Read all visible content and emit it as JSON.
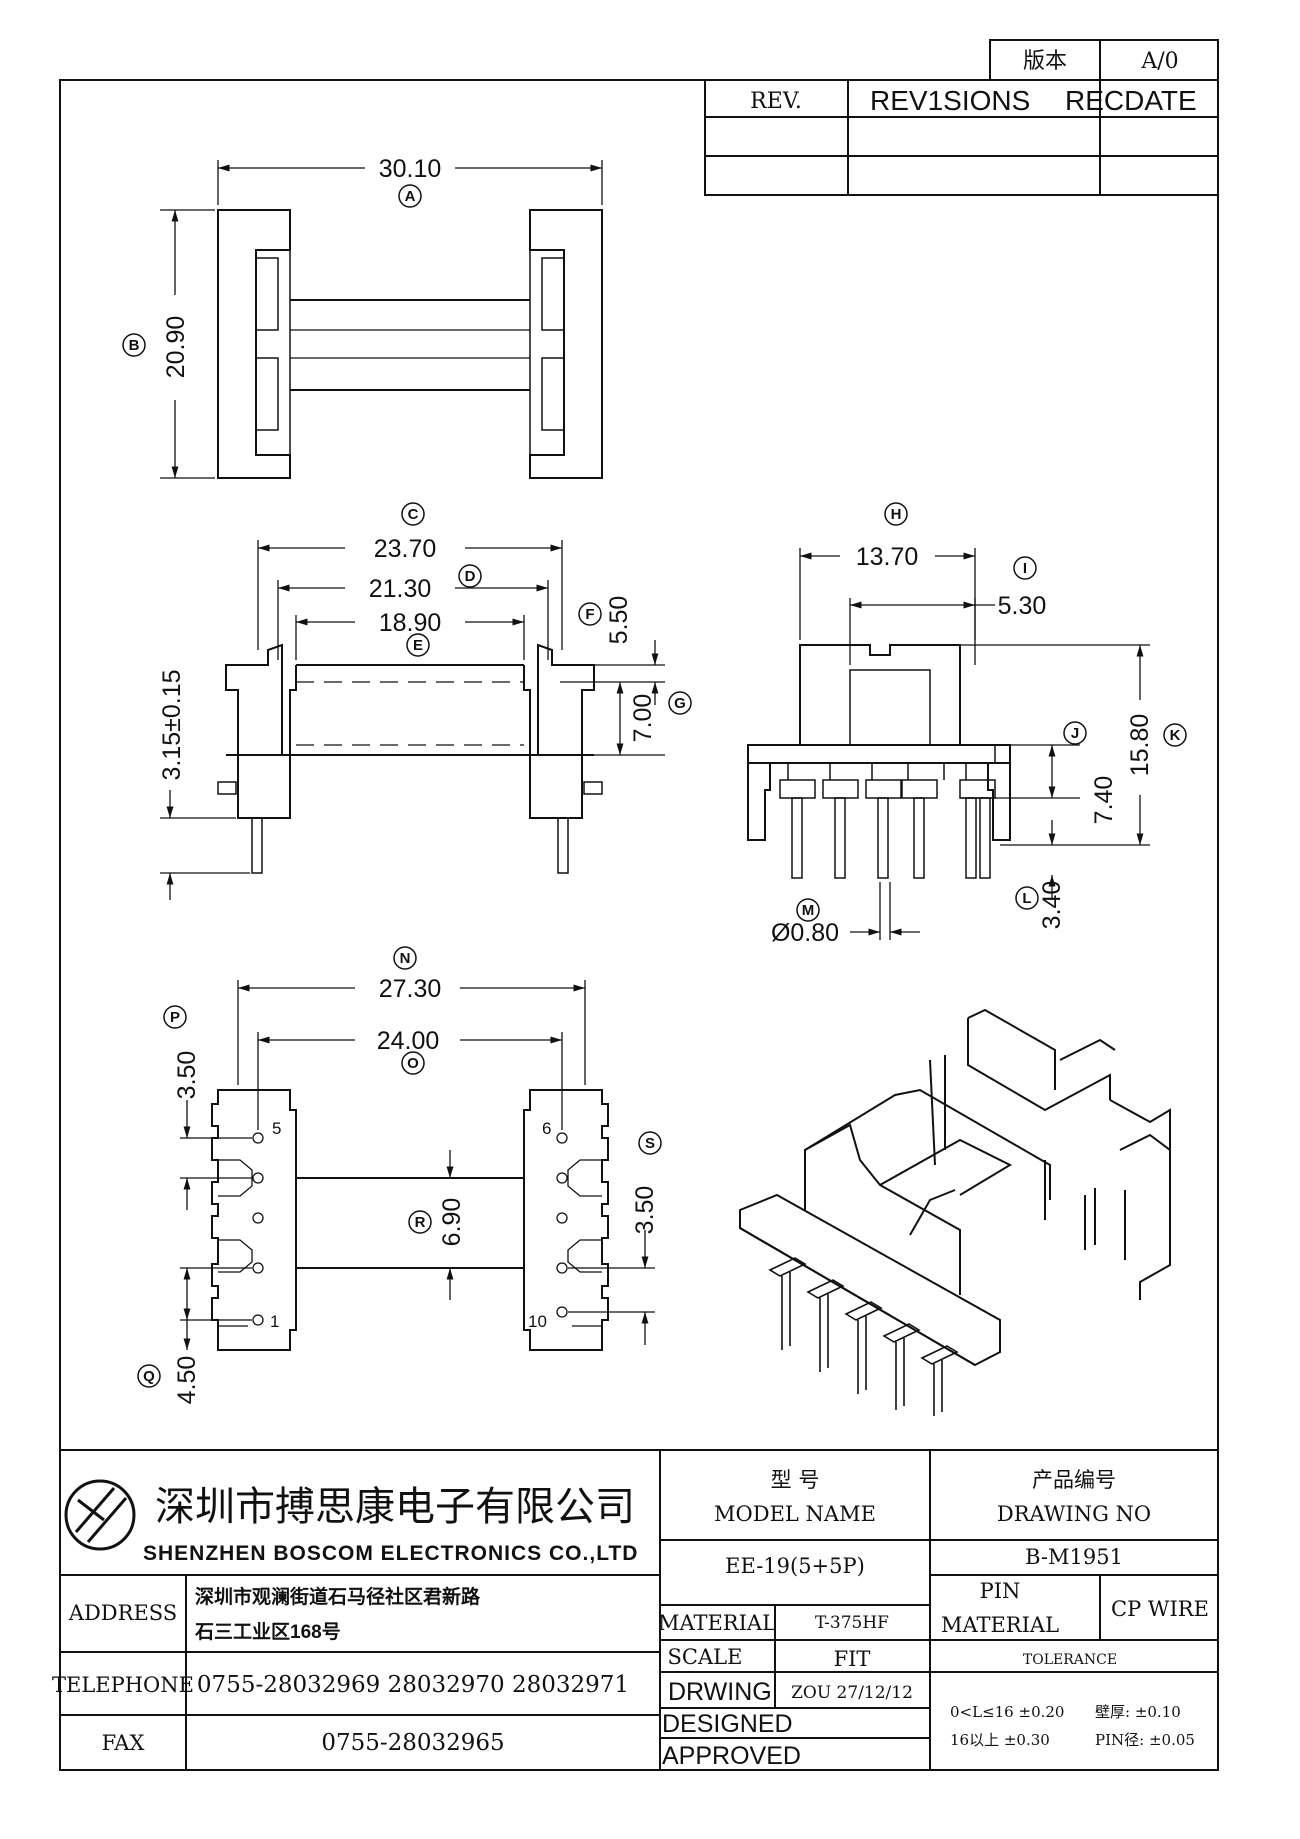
{
  "header": {
    "version_label": "版本",
    "version_value": "A/0",
    "rev_label": "REV.",
    "revisions_label": "REV1SIONS",
    "recdate_label": "RECDATE"
  },
  "dimensions": {
    "A": "30.10",
    "B": "20.90",
    "C": "23.70",
    "D": "21.30",
    "E": "18.90",
    "F": "5.50",
    "G": "7.00",
    "H": "13.70",
    "I": "5.30",
    "J": "7.40",
    "K": "15.80",
    "L": "3.40",
    "M": "Ø0.80",
    "N": "27.30",
    "O": "24.00",
    "P": "3.50",
    "Q": "4.50",
    "R": "6.90",
    "S": "3.50",
    "pin_tol": "3.15±0.15"
  },
  "markers": {
    "A": "A",
    "B": "B",
    "C": "C",
    "D": "D",
    "E": "E",
    "F": "F",
    "G": "G",
    "H": "H",
    "I": "I",
    "J": "J",
    "K": "K",
    "L": "L",
    "M": "M",
    "N": "N",
    "O": "O",
    "P": "P",
    "Q": "Q",
    "R": "R",
    "S": "S"
  },
  "pins": {
    "p5": "5",
    "p6": "6",
    "p1": "1",
    "p10": "10"
  },
  "company": {
    "name_cn": "深圳市搏思康电子有限公司",
    "name_en": "SHENZHEN BOSCOM ELECTRONICS CO.,LTD"
  },
  "title_block": {
    "model_cn": "型    号",
    "model_en": "MODEL NAME",
    "drawing_cn": "产品编号",
    "drawing_en": "DRAWING NO",
    "model_value": "EE-19(5+5P)",
    "drawing_value": "B-M1951",
    "address_label": "ADDRESS",
    "address_line1": "深圳市观澜街道石马径社区君新路",
    "address_line2": "石三工业区168号",
    "material_label": "MATERIAL",
    "material_value": "T-375HF",
    "pin_material_label1": "PIN",
    "pin_material_label2": "MATERIAL",
    "pin_material_value": "CP WIRE",
    "scale_label": "SCALE",
    "scale_value": "FIT",
    "tolerance_label": "TOLERANCE",
    "telephone_label": "TELEPHONE",
    "telephone_value": "0755-28032969 28032970 28032971",
    "drwing_label": "DRWING",
    "drwing_value": "ZOU 27/12/12",
    "designed_label": "DESIGNED",
    "approved_label": "APPROVED",
    "fax_label": "FAX",
    "fax_value": "0755-28032965",
    "tol_line1_a": "0<L≤16  ±0.20",
    "tol_line1_b": "壁厚:  ±0.10",
    "tol_line2_a": "16以上     ±0.30",
    "tol_line2_b": "PIN径: ±0.05"
  }
}
